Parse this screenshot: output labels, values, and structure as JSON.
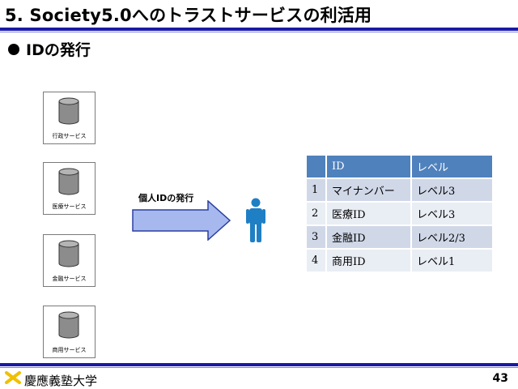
{
  "slide": {
    "title": "5. Society5.0へのトラストサービスの利活用",
    "bullet": "IDの発行",
    "page_number": "43",
    "university": "慶應義塾大学"
  },
  "services": [
    {
      "label": "行政サービス",
      "icon": "database-icon"
    },
    {
      "label": "医療サービス",
      "icon": "database-icon"
    },
    {
      "label": "金融サービス",
      "icon": "database-icon"
    },
    {
      "label": "商用サービス",
      "icon": "database-icon"
    }
  ],
  "arrow": {
    "label": "個人IDの発行"
  },
  "person": {
    "icon": "person-icon"
  },
  "table": {
    "headers": [
      "",
      "ID",
      "レベル"
    ],
    "rows": [
      [
        "1",
        "マイナンバー",
        "レベル3"
      ],
      [
        "2",
        "医療ID",
        "レベル3"
      ],
      [
        "3",
        "金融ID",
        "レベル2/3"
      ],
      [
        "4",
        "商用ID",
        "レベル1"
      ]
    ]
  },
  "colors": {
    "rule": "#1a1aa8",
    "table_header": "#4f81bd",
    "table_row_odd": "#d0d8e8",
    "table_row_even": "#e9edf4",
    "arrow_fill": "#a6b8ee",
    "person": "#1f7fc4",
    "logo": "#f0c000"
  }
}
